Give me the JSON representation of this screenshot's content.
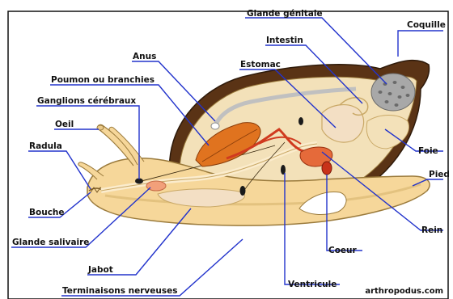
{
  "labels": {
    "glande_genitale": "Glande génitale",
    "coquille": "Coquille",
    "intestin": "Intestin",
    "anus": "Anus",
    "estomac": "Estomac",
    "poumon": "Poumon ou branchies",
    "ganglions": "Ganglions cérébraux",
    "oeil": "Oeil",
    "radula": "Radula",
    "foie": "Foie",
    "pied": "Pied",
    "bouche": "Bouche",
    "rein": "Rein",
    "glande_salivaire": "Glande salivaire",
    "coeur": "Coeur",
    "jabot": "Jabot",
    "ventricule": "Ventricule",
    "terminaisons": "Terminaisons nerveuses"
  },
  "credit": "arthropodus.com",
  "colors": {
    "leader": "#2233cc",
    "shell": "#5a3315",
    "body": "#f6d79a",
    "body_outline": "#9b7b3c",
    "organs": "#f3e1b9",
    "lung": "#e0731f",
    "heart": "#c8321a",
    "kidney": "#e56a3a",
    "gland": "#a8a8a8",
    "salivary": "#f2a07a"
  }
}
